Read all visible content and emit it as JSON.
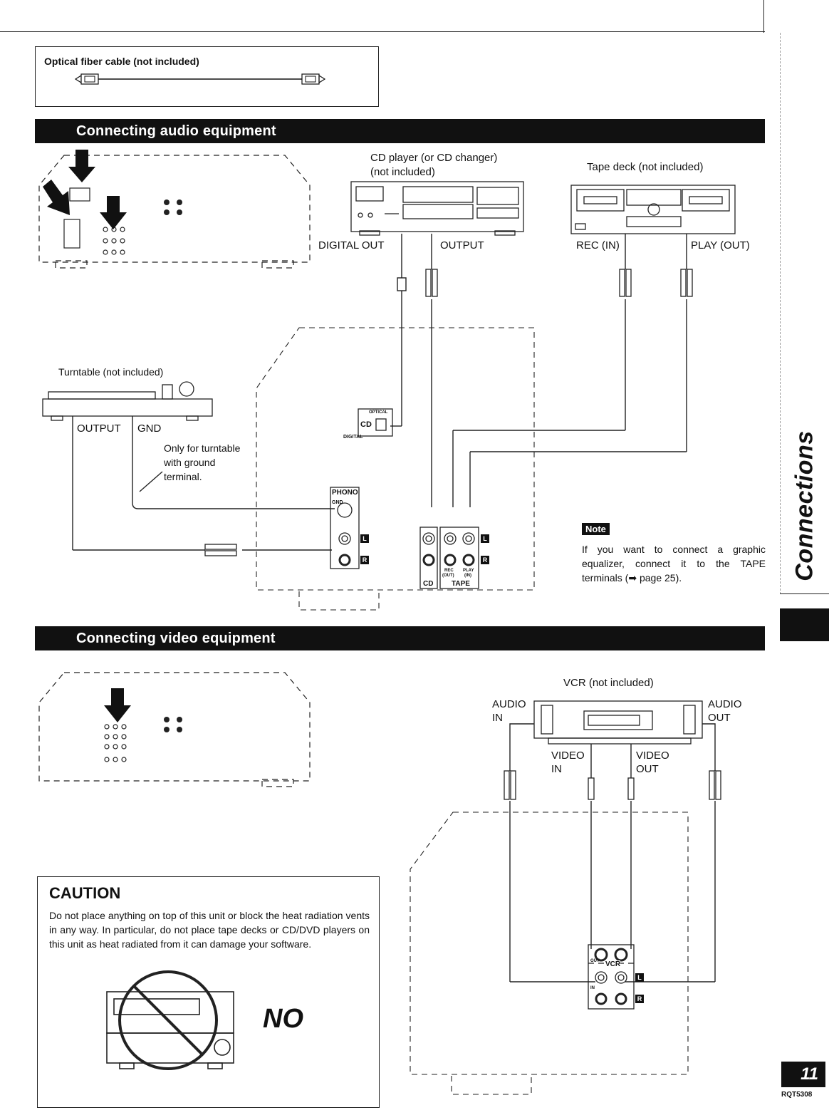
{
  "optical": {
    "title": "Optical fiber cable (not included)"
  },
  "sections": {
    "audio": "Connecting audio equipment",
    "video": "Connecting video equipment"
  },
  "audio": {
    "cd_player_line1": "CD player (or CD changer)",
    "cd_player_line2": "(not included)",
    "tape_deck": "Tape deck (not included)",
    "digital_out": "DIGITAL OUT",
    "output": "OUTPUT",
    "rec_in": "REC (IN)",
    "play_out": "PLAY (OUT)",
    "turntable": "Turntable (not included)",
    "tt_output": "OUTPUT",
    "tt_gnd": "GND",
    "ground_note_1": "Only for turntable",
    "ground_note_2": "with ground",
    "ground_note_3": "terminal.",
    "terminal_optical": "OPTICAL",
    "terminal_cd": "CD",
    "terminal_digital": "DIGITAL",
    "terminal_phono": "PHONO",
    "terminal_gnd": "GND",
    "terminal_cd2": "CD",
    "terminal_tape": "TAPE",
    "terminal_rec": "REC",
    "terminal_out": "(OUT)",
    "terminal_play": "PLAY",
    "terminal_in": "(IN)",
    "l": "L",
    "r": "R"
  },
  "note": {
    "badge": "Note",
    "text": "If you want to connect a graphic equalizer, connect it to the TAPE terminals (➡ page 25)."
  },
  "video": {
    "vcr": "VCR (not included)",
    "audio_in_1": "AUDIO",
    "audio_in_2": "IN",
    "audio_out_1": "AUDIO",
    "audio_out_2": "OUT",
    "video_in_1": "VIDEO",
    "video_in_2": "IN",
    "video_out_1": "VIDEO",
    "video_out_2": "OUT",
    "terminal_vcr": "VCR",
    "terminal_out": "OUT",
    "terminal_in": "IN",
    "l": "L",
    "r": "R"
  },
  "caution": {
    "title": "CAUTION",
    "text": "Do not place anything on top of this unit or block the heat radiation vents in any way. In particular, do not place tape decks or CD/DVD players on this unit as heat radiated from it can damage your software.",
    "no": "NO"
  },
  "side_label": "Connections",
  "page_number": "11",
  "doc_code": "RQT5308"
}
